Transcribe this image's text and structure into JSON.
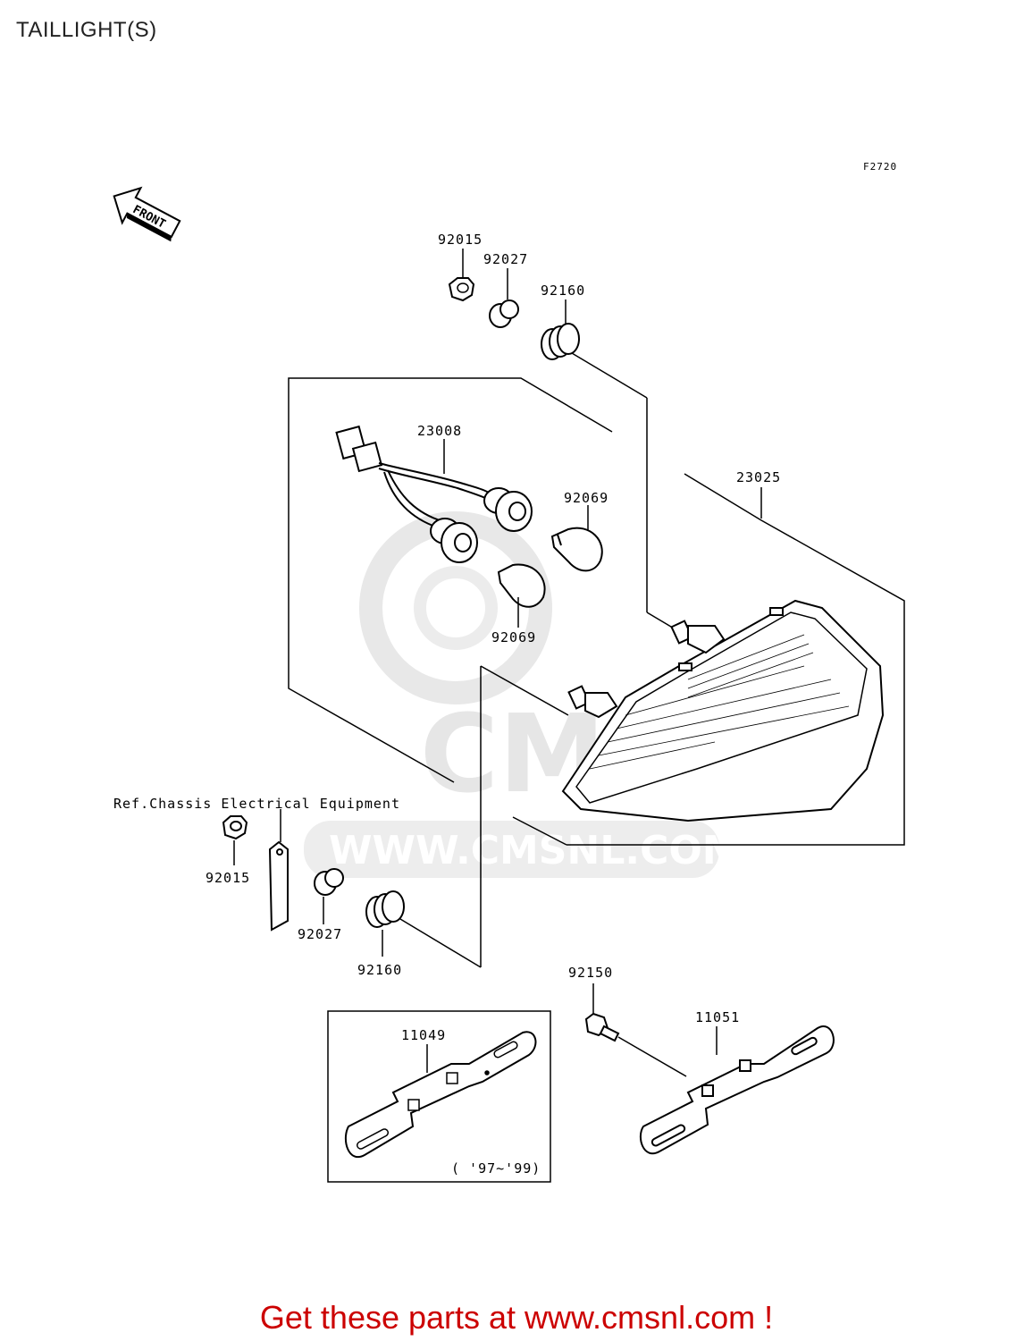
{
  "header": {
    "title": "TAILLIGHT(S)"
  },
  "diagram": {
    "figure_code": "F2720",
    "front_arrow_text": "FRONT",
    "reference_note": "Ref.Chassis Electrical Equipment",
    "variant_note": "( '97~'99)",
    "part_labels": {
      "p92015_top": "92015",
      "p92027_top": "92027",
      "p92160_top": "92160",
      "p23008": "23008",
      "p92069_a": "92069",
      "p92069_b": "92069",
      "p23025": "23025",
      "p92015_left": "92015",
      "p92027_left": "92027",
      "p92160_bottom": "92160",
      "p92150": "92150",
      "p11049": "11049",
      "p11051": "11051"
    }
  },
  "watermark": {
    "text": "WWW.CMSNL.COM",
    "logo_text": "CMS"
  },
  "footer": {
    "link_text": "Get these parts at www.cmsnl.com !"
  }
}
